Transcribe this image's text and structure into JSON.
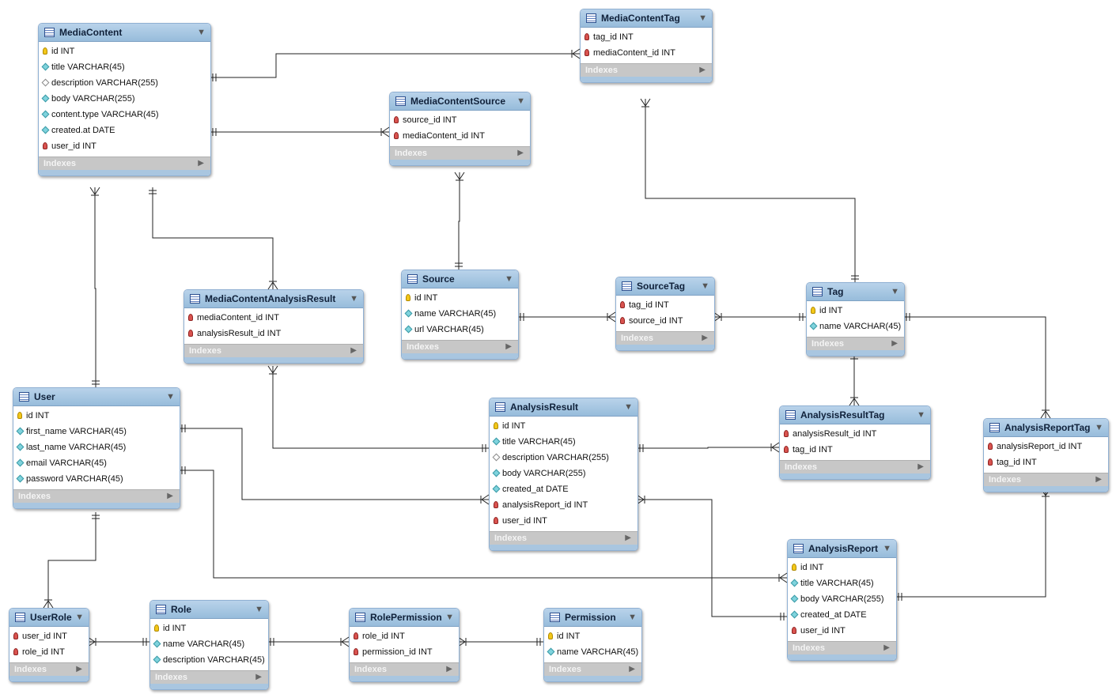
{
  "indexes_label": "Indexes",
  "tables": [
    {
      "id": "mediacontent",
      "name": "MediaContent",
      "columns": [
        {
          "icon": "pk",
          "text": "id INT"
        },
        {
          "icon": "att",
          "text": "title VARCHAR(45)"
        },
        {
          "icon": "nul",
          "text": "description VARCHAR(255)"
        },
        {
          "icon": "att",
          "text": "body VARCHAR(255)"
        },
        {
          "icon": "att",
          "text": "content.type VARCHAR(45)"
        },
        {
          "icon": "att",
          "text": "created.at DATE"
        },
        {
          "icon": "fk",
          "text": "user_id INT"
        }
      ]
    },
    {
      "id": "mediacontenttag",
      "name": "MediaContentTag",
      "columns": [
        {
          "icon": "fk",
          "text": "tag_id INT"
        },
        {
          "icon": "fk",
          "text": "mediaContent_id INT"
        }
      ]
    },
    {
      "id": "mediacontentsource",
      "name": "MediaContentSource",
      "columns": [
        {
          "icon": "fk",
          "text": "source_id INT"
        },
        {
          "icon": "fk",
          "text": "mediaContent_id INT"
        }
      ]
    },
    {
      "id": "mcar",
      "name": "MediaContentAnalysisResult",
      "columns": [
        {
          "icon": "fk",
          "text": "mediaContent_id INT"
        },
        {
          "icon": "fk",
          "text": "analysisResult_id INT"
        }
      ]
    },
    {
      "id": "source",
      "name": "Source",
      "columns": [
        {
          "icon": "pk",
          "text": "id INT"
        },
        {
          "icon": "att",
          "text": "name VARCHAR(45)"
        },
        {
          "icon": "att",
          "text": "url VARCHAR(45)"
        }
      ]
    },
    {
      "id": "sourcetag",
      "name": "SourceTag",
      "columns": [
        {
          "icon": "fk",
          "text": "tag_id INT"
        },
        {
          "icon": "fk",
          "text": "source_id INT"
        }
      ]
    },
    {
      "id": "tag",
      "name": "Tag",
      "columns": [
        {
          "icon": "pk",
          "text": "id INT"
        },
        {
          "icon": "att",
          "text": "name VARCHAR(45)"
        }
      ]
    },
    {
      "id": "user",
      "name": "User",
      "columns": [
        {
          "icon": "pk",
          "text": "id INT"
        },
        {
          "icon": "att",
          "text": "first_name VARCHAR(45)"
        },
        {
          "icon": "att",
          "text": "last_name VARCHAR(45)"
        },
        {
          "icon": "att",
          "text": "email VARCHAR(45)"
        },
        {
          "icon": "att",
          "text": "password VARCHAR(45)"
        }
      ]
    },
    {
      "id": "analysisresult",
      "name": "AnalysisResult",
      "columns": [
        {
          "icon": "pk",
          "text": "id INT"
        },
        {
          "icon": "att",
          "text": "title VARCHAR(45)"
        },
        {
          "icon": "nul",
          "text": "description VARCHAR(255)"
        },
        {
          "icon": "att",
          "text": "body VARCHAR(255)"
        },
        {
          "icon": "att",
          "text": "created_at DATE"
        },
        {
          "icon": "fk",
          "text": "analysisReport_id INT"
        },
        {
          "icon": "fk",
          "text": "user_id INT"
        }
      ]
    },
    {
      "id": "analysisresulttag",
      "name": "AnalysisResultTag",
      "columns": [
        {
          "icon": "fk",
          "text": "analysisResult_id INT"
        },
        {
          "icon": "fk",
          "text": "tag_id INT"
        }
      ]
    },
    {
      "id": "analysisreporttag",
      "name": "AnalysisReportTag",
      "columns": [
        {
          "icon": "fk",
          "text": "analysisReport_id INT"
        },
        {
          "icon": "fk",
          "text": "tag_id INT"
        }
      ]
    },
    {
      "id": "analysisreport",
      "name": "AnalysisReport",
      "columns": [
        {
          "icon": "pk",
          "text": "id INT"
        },
        {
          "icon": "att",
          "text": "title VARCHAR(45)"
        },
        {
          "icon": "att",
          "text": "body VARCHAR(255)"
        },
        {
          "icon": "att",
          "text": "created_at DATE"
        },
        {
          "icon": "fk",
          "text": "user_id INT"
        }
      ]
    },
    {
      "id": "userrole",
      "name": "UserRole",
      "columns": [
        {
          "icon": "fk",
          "text": "user_id INT"
        },
        {
          "icon": "fk",
          "text": "role_id INT"
        }
      ]
    },
    {
      "id": "role",
      "name": "Role",
      "columns": [
        {
          "icon": "pk",
          "text": "id INT"
        },
        {
          "icon": "att",
          "text": "name VARCHAR(45)"
        },
        {
          "icon": "att",
          "text": "description VARCHAR(45)"
        }
      ]
    },
    {
      "id": "rolepermission",
      "name": "RolePermission",
      "columns": [
        {
          "icon": "fk",
          "text": "role_id INT"
        },
        {
          "icon": "fk",
          "text": "permission_id INT"
        }
      ]
    },
    {
      "id": "permission",
      "name": "Permission",
      "columns": [
        {
          "icon": "pk",
          "text": "id INT"
        },
        {
          "icon": "att",
          "text": "name VARCHAR(45)"
        }
      ]
    }
  ]
}
